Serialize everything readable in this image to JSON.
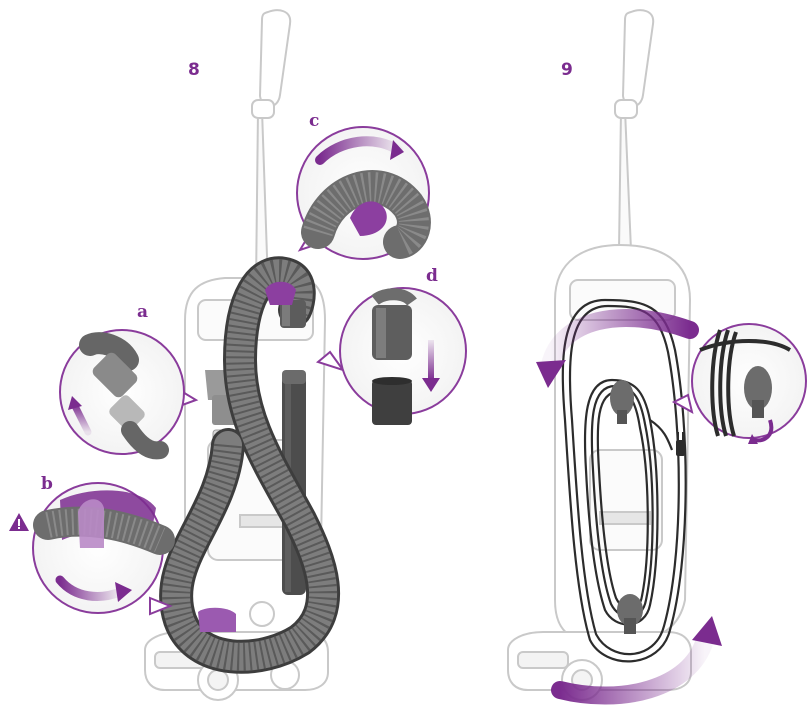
{
  "steps": [
    {
      "number": "8"
    },
    {
      "number": "9"
    }
  ],
  "callouts": [
    {
      "letter": "a"
    },
    {
      "letter": "b"
    },
    {
      "letter": "c"
    },
    {
      "letter": "d"
    }
  ],
  "warning": {
    "icon": "warning-triangle-icon",
    "glyph": "!"
  },
  "colors": {
    "accent": "#7b2c8f",
    "accent_light": "#b98ac6",
    "hose": "#6c6c6c",
    "hose_dark": "#3f3f3f",
    "outline": "#cfcfcf"
  }
}
